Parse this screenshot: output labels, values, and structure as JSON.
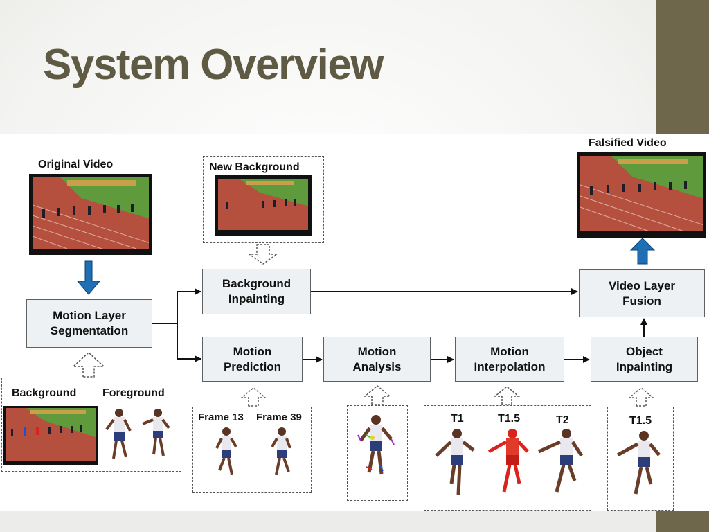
{
  "slide": {
    "title": "System Overview"
  },
  "diagram": {
    "original_video_label": "Original Video",
    "new_background_label": "New Background",
    "falsified_video_label": "Falsified Video",
    "boxes": {
      "segmentation": "Motion Layer\nSegmentation",
      "bg_inpainting": "Background\nInpainting",
      "motion_prediction": "Motion\nPrediction",
      "motion_analysis": "Motion\nAnalysis",
      "motion_interpolation": "Motion\nInterpolation",
      "object_inpainting": "Object\nInpainting",
      "video_fusion": "Video Layer\nFusion"
    },
    "panels": {
      "background": "Background",
      "foreground": "Foreground",
      "frame_13": "Frame 13",
      "frame_39": "Frame 39",
      "t1": "T1",
      "t1_5": "T1.5",
      "t2": "T2",
      "object_t1_5": "T1.5"
    }
  },
  "colors": {
    "accent_bar": "#6e674b",
    "title": "#5f5a44",
    "blue_arrow": "#1f6fb5",
    "red_runner": "#d9241c",
    "track": "#b5503f",
    "infield": "#5f9a3c"
  }
}
